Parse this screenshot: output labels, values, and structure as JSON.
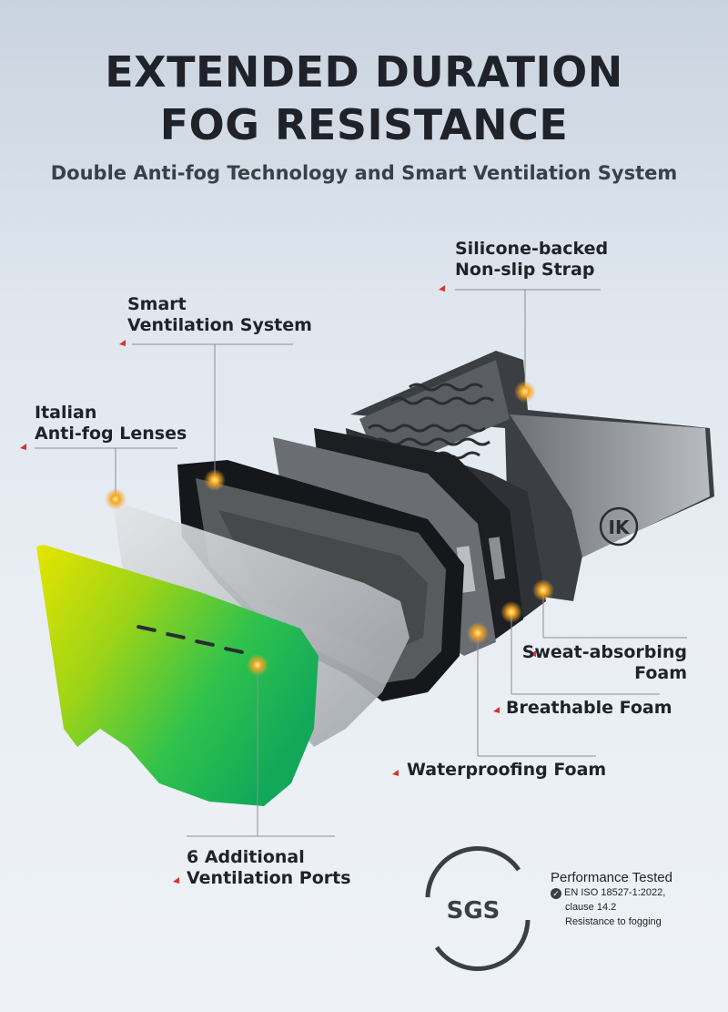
{
  "header": {
    "title_line1": "EXTENDED DURATION",
    "title_line2": "FOG RESISTANCE",
    "subtitle": "Double Anti-fog Technology and Smart Ventilation System"
  },
  "callouts": {
    "strap": {
      "line1": "Silicone-backed",
      "line2": "Non-slip Strap"
    },
    "ventilation": {
      "line1": "Smart",
      "line2": "Ventilation System"
    },
    "lenses": {
      "line1": "Italian",
      "line2": "Anti-fog Lenses"
    },
    "sweat": {
      "line1": "Sweat-absorbing",
      "line2": "Foam"
    },
    "breathable": {
      "line1": "Breathable Foam"
    },
    "waterproof": {
      "line1": "Waterproofing Foam"
    },
    "ports": {
      "line1": "6 Additional",
      "line2": "Ventilation Ports"
    }
  },
  "strap_logo": "IK",
  "certification": {
    "logo": "SGS",
    "heading": "Performance Tested",
    "standard": "EN ISO 18527-1:2022,",
    "clause": "clause 14.2",
    "description": "Resistance to fogging"
  },
  "colors": {
    "accent": "#d9342b",
    "hotspot": "#f5a623",
    "lens_green": "#1fbf55",
    "lens_yellow": "#e6e400"
  },
  "icons": {
    "callout_marker": "red-triangle-icon",
    "hotspot": "glow-dot-icon",
    "check": "check-icon"
  }
}
